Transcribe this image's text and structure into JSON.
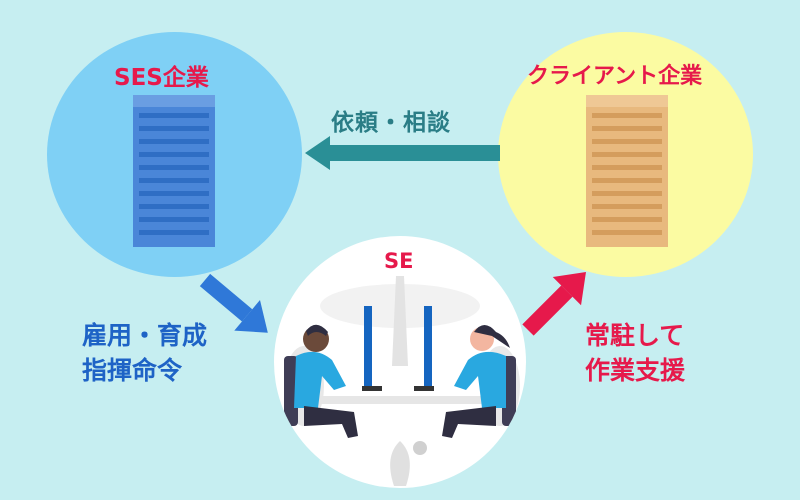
{
  "ses_company": {
    "label": "SES企業",
    "color": "#e6194b",
    "circle_color": "#7fd0f5",
    "building_color": "#4a86d8"
  },
  "client_company": {
    "label": "クライアント企業",
    "color": "#e6194b",
    "circle_color": "#fbfba2",
    "building_color": "#e8b97e"
  },
  "se": {
    "label": "SE"
  },
  "arrows": {
    "request": {
      "label": "依頼・相談",
      "color": "#2a8f96"
    },
    "employment": {
      "lines": [
        "雇用・育成",
        "指揮命令"
      ],
      "color": "#1e63c6"
    },
    "support": {
      "lines": [
        "常駐して",
        "作業支援"
      ],
      "color": "#e6194b"
    }
  }
}
